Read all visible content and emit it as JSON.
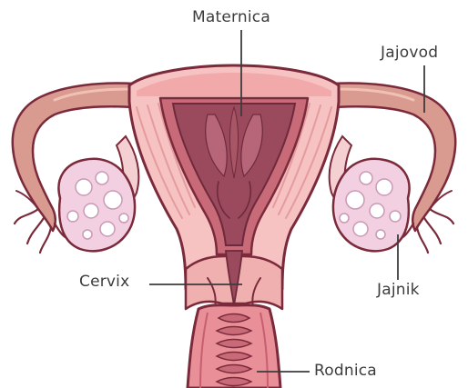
{
  "labels": {
    "uterus": "Maternica",
    "fallopian_tube": "Jajovod",
    "ovary": "Jajnik",
    "cervix": "Cervix",
    "vagina": "Rodnica"
  },
  "colors": {
    "outline": "#7a2a3a",
    "tissue_light": "#f6c2c2",
    "tissue_mid": "#ee9d9d",
    "tissue_dark": "#d77a80",
    "cavity": "#9a4a5c",
    "cavity_dark": "#6e2a3c",
    "tube": "#dd9b90",
    "ovary": "#f3cfe2",
    "leader_line": "#3c3c3c"
  }
}
